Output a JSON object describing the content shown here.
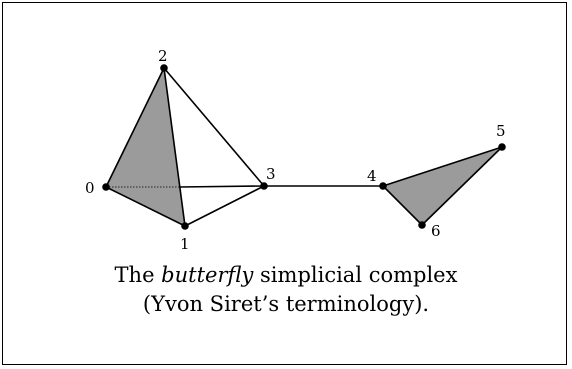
{
  "diagram": {
    "vertices": [
      {
        "id": "0",
        "label": "0"
      },
      {
        "id": "1",
        "label": "1"
      },
      {
        "id": "2",
        "label": "2"
      },
      {
        "id": "3",
        "label": "3"
      },
      {
        "id": "4",
        "label": "4"
      },
      {
        "id": "5",
        "label": "5"
      },
      {
        "id": "6",
        "label": "6"
      }
    ],
    "edges": [
      [
        "0",
        "2"
      ],
      [
        "0",
        "1"
      ],
      [
        "1",
        "2"
      ],
      [
        "2",
        "3"
      ],
      [
        "0",
        "3"
      ],
      [
        "1",
        "3"
      ],
      [
        "3",
        "4"
      ],
      [
        "4",
        "5"
      ],
      [
        "5",
        "6"
      ],
      [
        "4",
        "6"
      ]
    ],
    "filled_faces": [
      [
        "0",
        "1",
        "2"
      ],
      [
        "4",
        "5",
        "6"
      ]
    ],
    "colors": {
      "face_fill": "#9b9b9b",
      "edge": "#000000",
      "background": "#ffffff"
    }
  },
  "caption": {
    "line1_prefix": "The ",
    "line1_italic": "butterfly",
    "line1_suffix": " simplicial complex",
    "line2": "(Yvon Siret’s terminology)."
  }
}
